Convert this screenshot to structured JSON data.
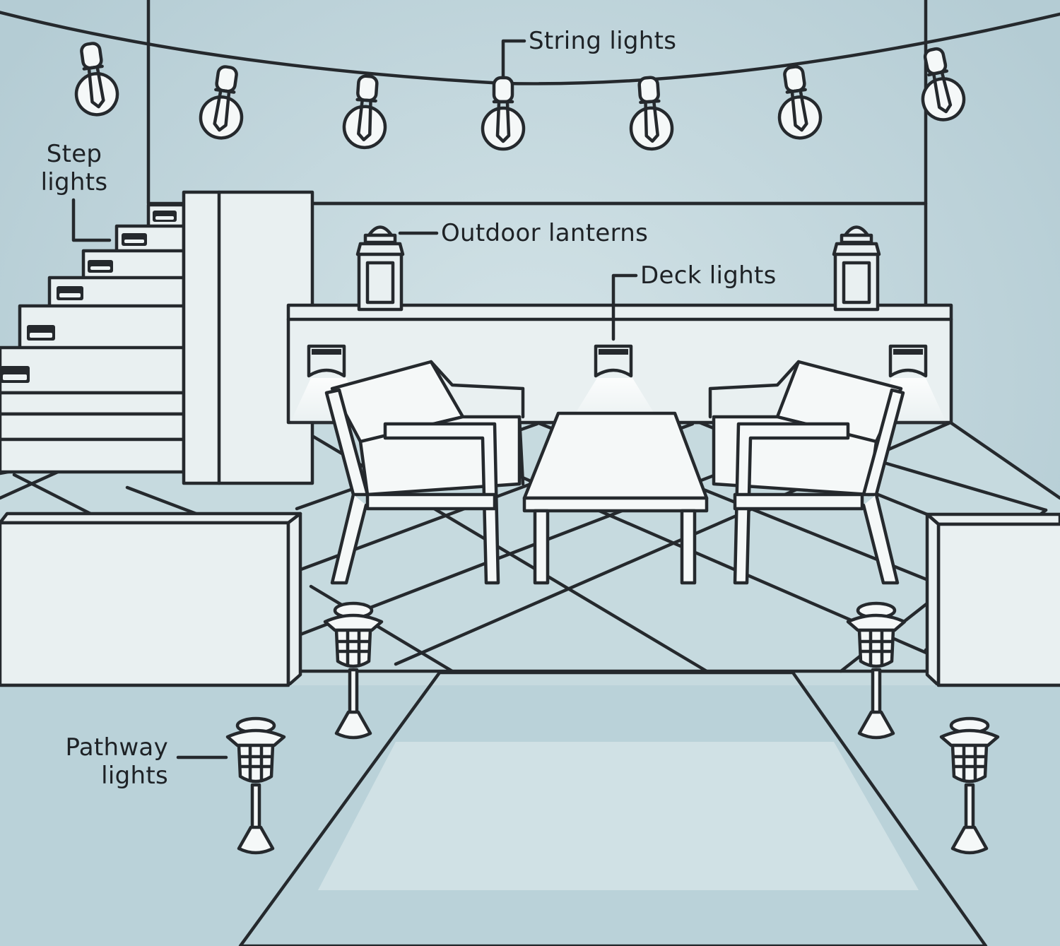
{
  "labels": {
    "string_lights": "String lights",
    "step_lights": [
      "Step",
      "lights"
    ],
    "outdoor_lanterns": "Outdoor lanterns",
    "deck_lights": "Deck lights",
    "pathway_lights": [
      "Pathway",
      "lights"
    ]
  },
  "colors": {
    "background": "#bcd3da",
    "back_wall": "#a9c5cd",
    "floor": "#c9dde1",
    "path": "#d9e7ea",
    "surface": "#e9f0f1",
    "line": "#25292d"
  }
}
